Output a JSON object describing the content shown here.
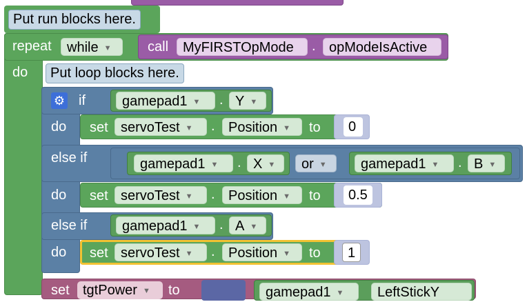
{
  "comments": {
    "run": "Put run blocks here.",
    "loop": "Put loop blocks here."
  },
  "repeat_block": {
    "repeat": "repeat",
    "mode": "while",
    "call": "call",
    "class": "MyFIRSTOpMode",
    "method": "opModeIsActive",
    "do": "do"
  },
  "if_block": {
    "if": "if",
    "do": "do",
    "elseif": "else if",
    "or": "or",
    "gear_icon": "gear-icon"
  },
  "gamepad": "gamepad1",
  "buttons": {
    "y": "Y",
    "x": "X",
    "b": "B",
    "a": "A"
  },
  "set_block": {
    "set": "set",
    "servo": "servoTest",
    "prop": "Position",
    "to": "to",
    "values": [
      "0",
      "0.5",
      "1"
    ]
  },
  "bottom_block": {
    "set": "set",
    "var": "tgtPower",
    "to": "to",
    "gamepad": "gamepad1",
    "stick": "LeftStickY"
  },
  "dot": "."
}
